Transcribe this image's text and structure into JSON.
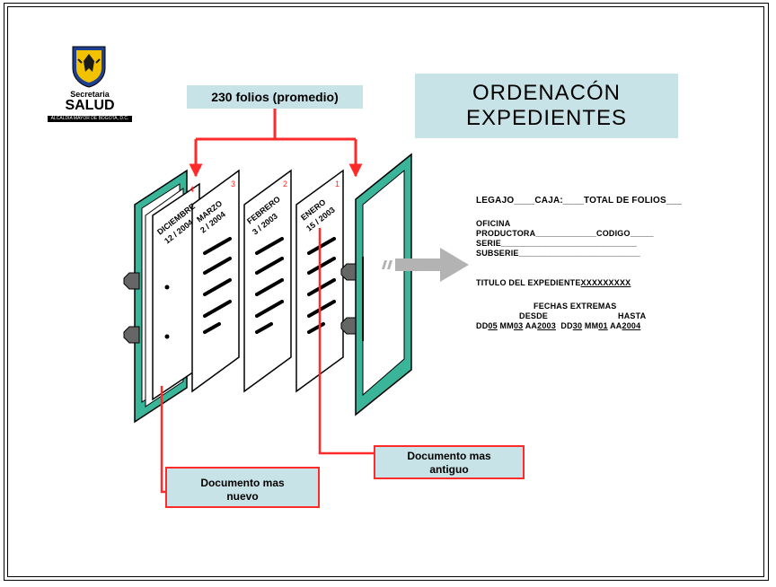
{
  "logo": {
    "secretaria": "Secretaria",
    "salud": "SALUD",
    "alcaldia": "ALCALDIA MAYOR DE BOGOTA, D.C."
  },
  "folios_label": "230 folios (promedio)",
  "title": {
    "line1": "ORDENACÓN",
    "line2": "EXPEDIENTES"
  },
  "callouts": {
    "newest": {
      "line1": "Documento mas",
      "line2": "nuevo"
    },
    "oldest": {
      "line1": "Documento mas",
      "line2": "antiguo"
    }
  },
  "documents": [
    {
      "number": "4",
      "line1": "DICIEMBRE",
      "line2": "12 / 2004"
    },
    {
      "number": "3",
      "line1": "MARZO",
      "line2": "2 / 2004"
    },
    {
      "number": "2",
      "line1": "FEBRERO",
      "line2": "3 / 2003"
    },
    {
      "number": "1",
      "line1": "ENERO",
      "line2": "15 / 2003"
    }
  ],
  "label_card": {
    "line1": "LEGAJO____CAJA:____TOTAL DE FOLIOS___",
    "oficina": "OFICINA",
    "productora_prefix": "PRODUCTORA_____________CODIGO_____",
    "serie": "SERIE_____________________________",
    "subserie": "SUBSERIE__________________________",
    "titulo_prefix": "TITULO DEL EXPEDIENTE",
    "titulo_value": "XXXXXXXXX",
    "fechas_title": "FECHAS EXTREMAS",
    "desde": "DESDE",
    "hasta": "HASTA",
    "desde_dd_label": "DD",
    "desde_dd": "05",
    "desde_mm_label": "MM",
    "desde_mm": "03",
    "desde_aa_label": "AA",
    "desde_aa": "2003",
    "hasta_dd_label": "DD",
    "hasta_dd": "30",
    "hasta_mm_label": "MM",
    "hasta_mm": "01",
    "hasta_aa_label": "AA",
    "hasta_aa": "2004"
  },
  "colors": {
    "teal": "#c8e3e8",
    "green": "#3ab59a",
    "red": "#ff2a2a",
    "arrow": "#b3b3b3"
  }
}
